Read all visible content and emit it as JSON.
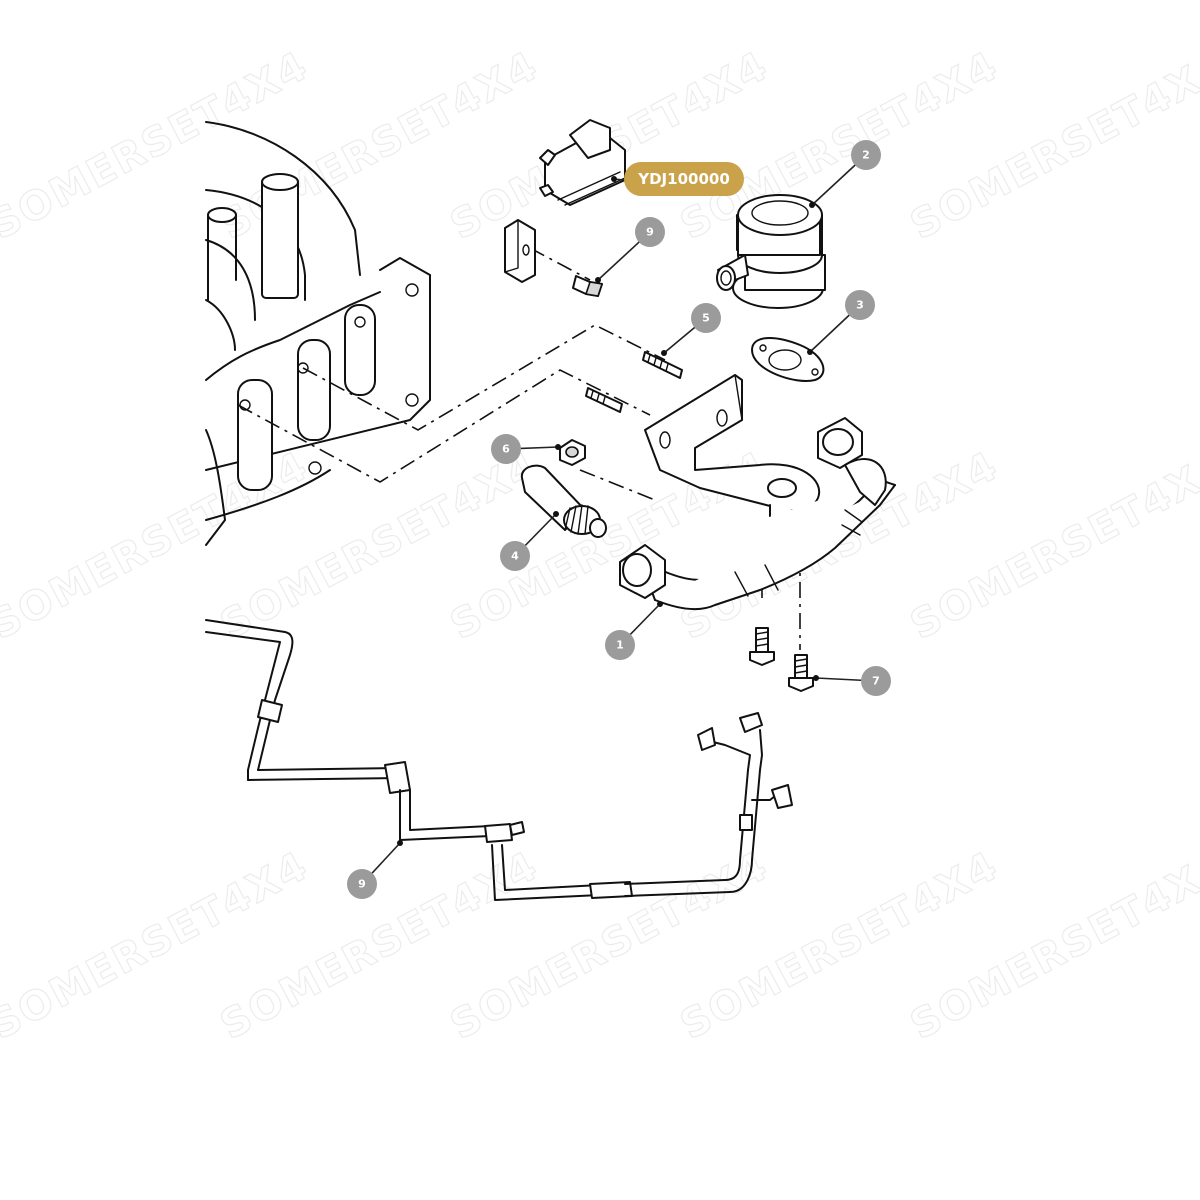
{
  "watermark": "SOMERSET4X4",
  "part_tag": "YDJ100000",
  "callouts": [
    "1",
    "2",
    "3",
    "4",
    "5",
    "6",
    "7",
    "9",
    "9"
  ],
  "colors": {
    "callout_fill": "#9b9b9b",
    "tag_fill": "#c9a24a",
    "line": "#111111",
    "watermark": "#ececec"
  }
}
